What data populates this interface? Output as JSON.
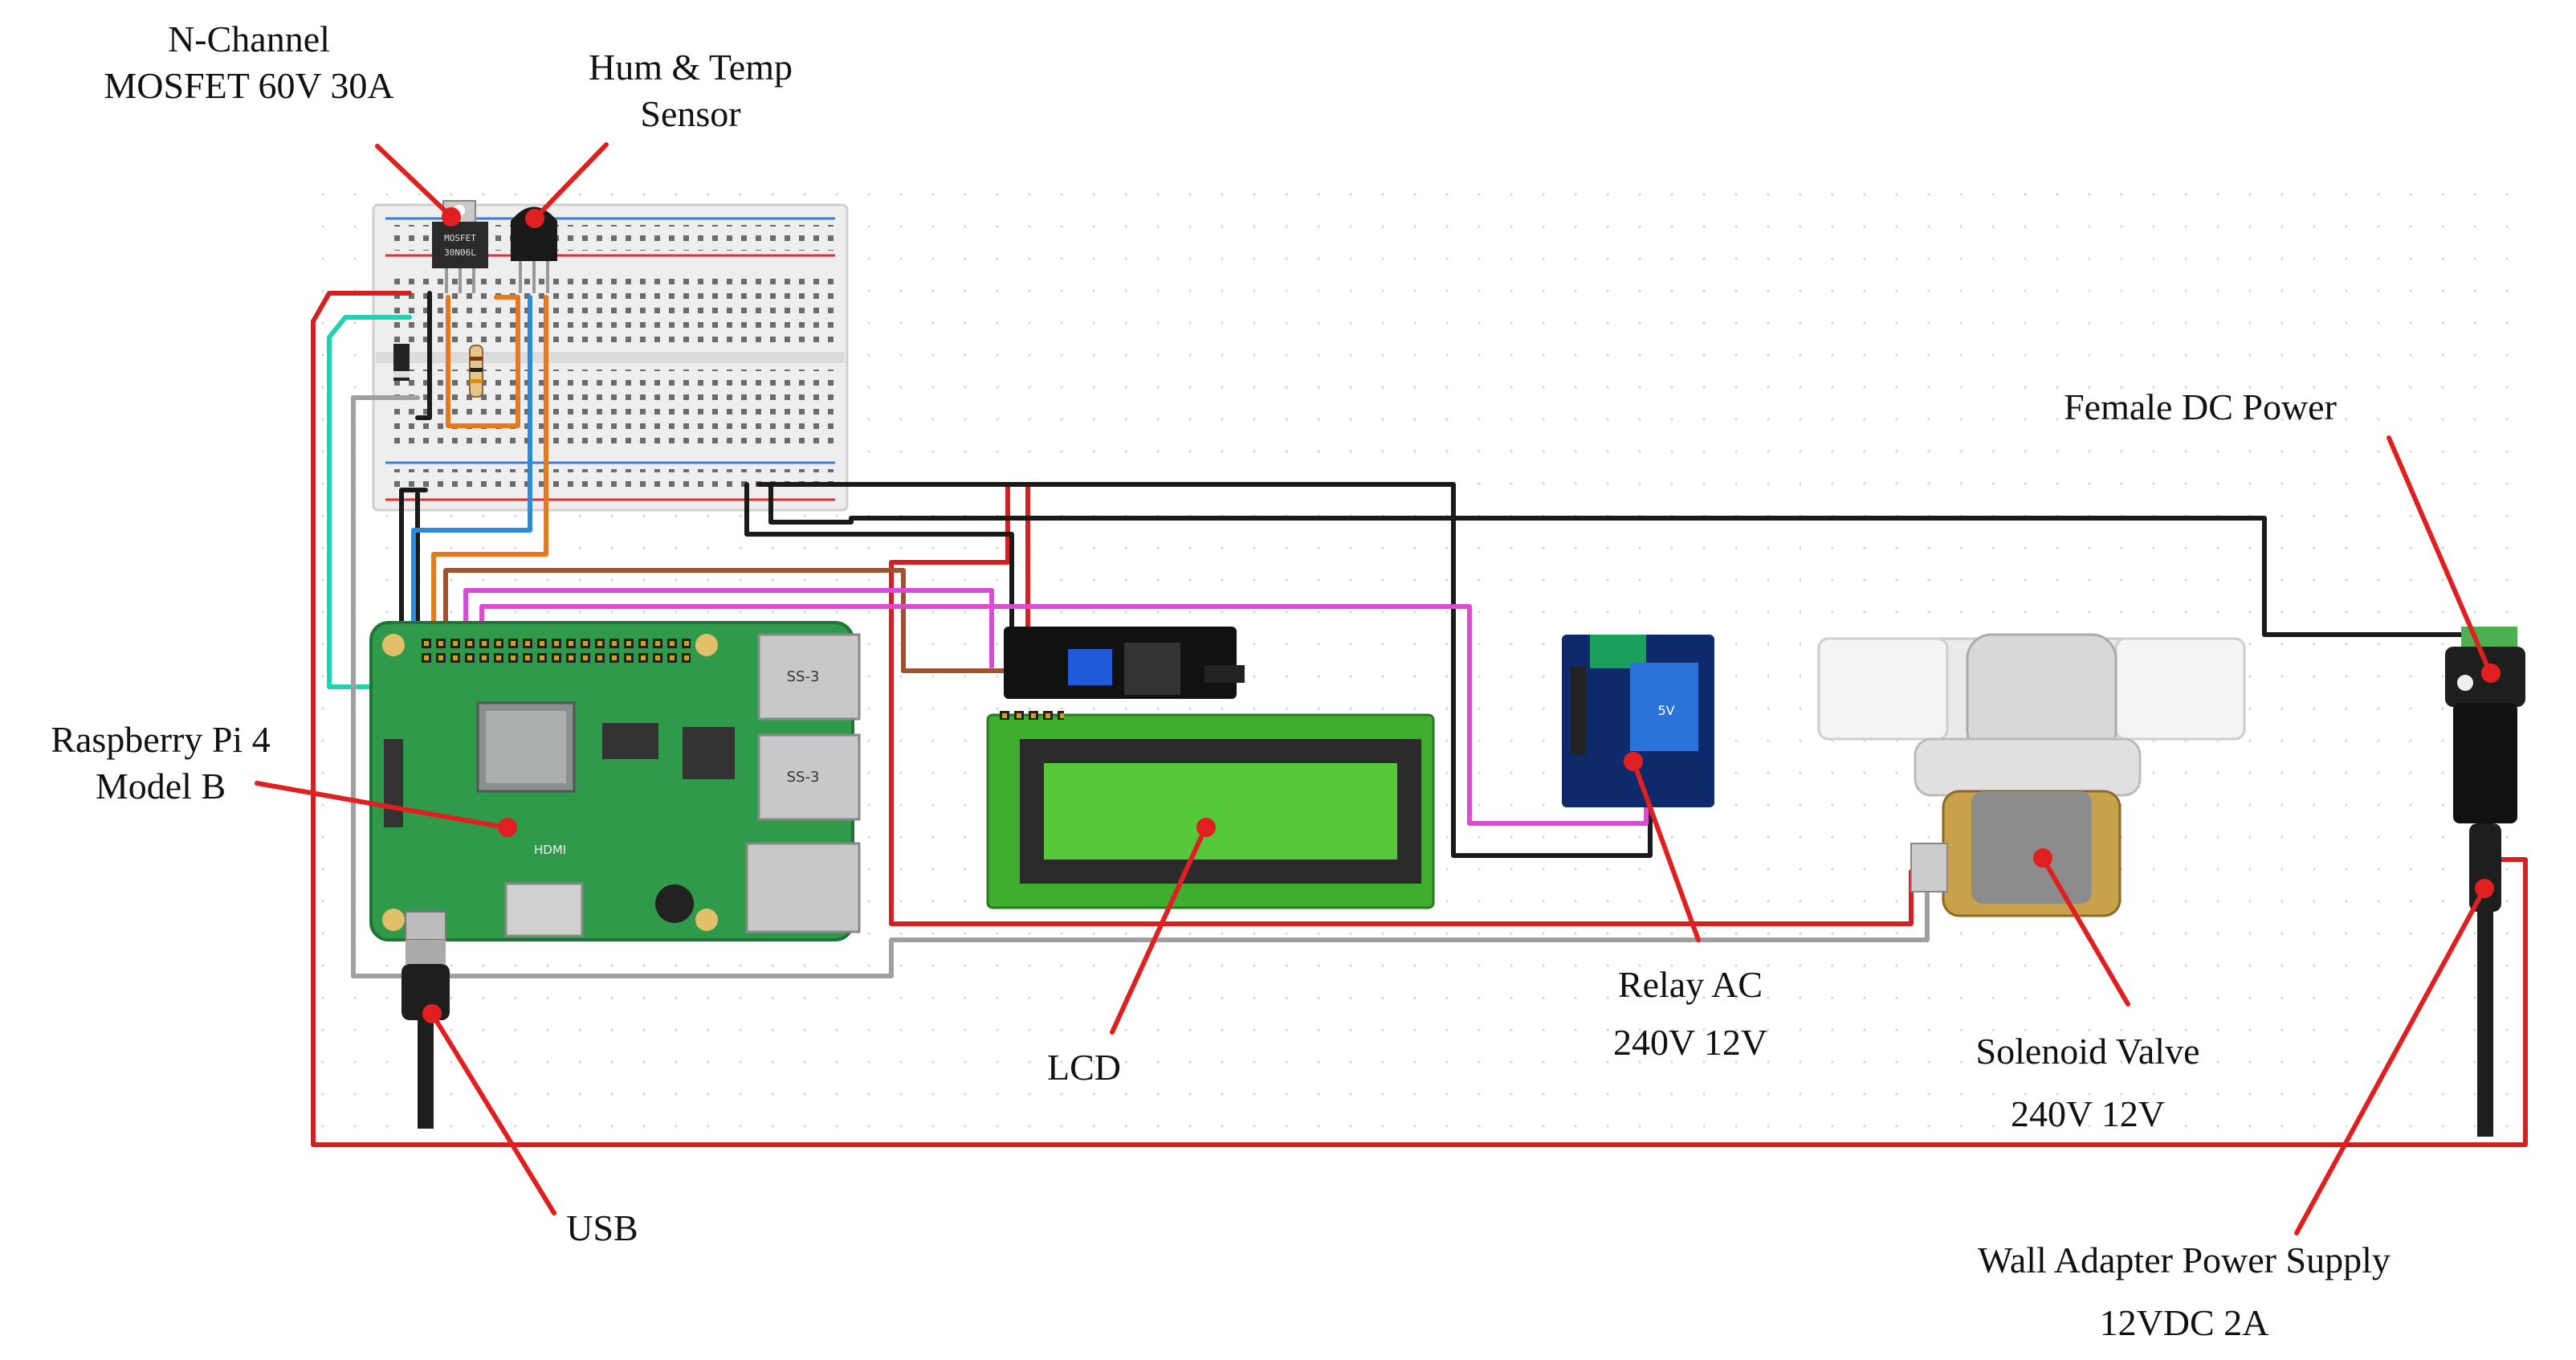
{
  "labels": {
    "mosfet": [
      "N-Channel",
      "MOSFET 60V 30A"
    ],
    "sensor": [
      "Hum & Temp",
      "Sensor"
    ],
    "raspberry": [
      "Raspberry Pi 4",
      "Model B"
    ],
    "female_dc": "Female DC Power",
    "relay": [
      "Relay AC",
      "240V 12V"
    ],
    "solenoid": [
      "Solenoid Valve",
      "240V 12V"
    ],
    "lcd": "LCD",
    "usb": "USB",
    "wall_adapter": [
      "Wall Adapter Power Supply",
      "12VDC 2A"
    ]
  },
  "component_markings": {
    "mosfet_chip": [
      "MOSFET",
      "30N06L"
    ],
    "usb_port_1": "SS-3",
    "usb_port_2": "SS-3",
    "hdmi": "HDMI",
    "relay_module": "5V"
  },
  "colors": {
    "annotation_arrow": "#e02020",
    "power_wire": "#d42020",
    "ground_wire": "#1a1a1a",
    "pi_board": "#2f9a4a",
    "lcd_screen": "#3fae2e",
    "relay_board": "#0f2a6b",
    "breadboard": "#eeeeee"
  }
}
